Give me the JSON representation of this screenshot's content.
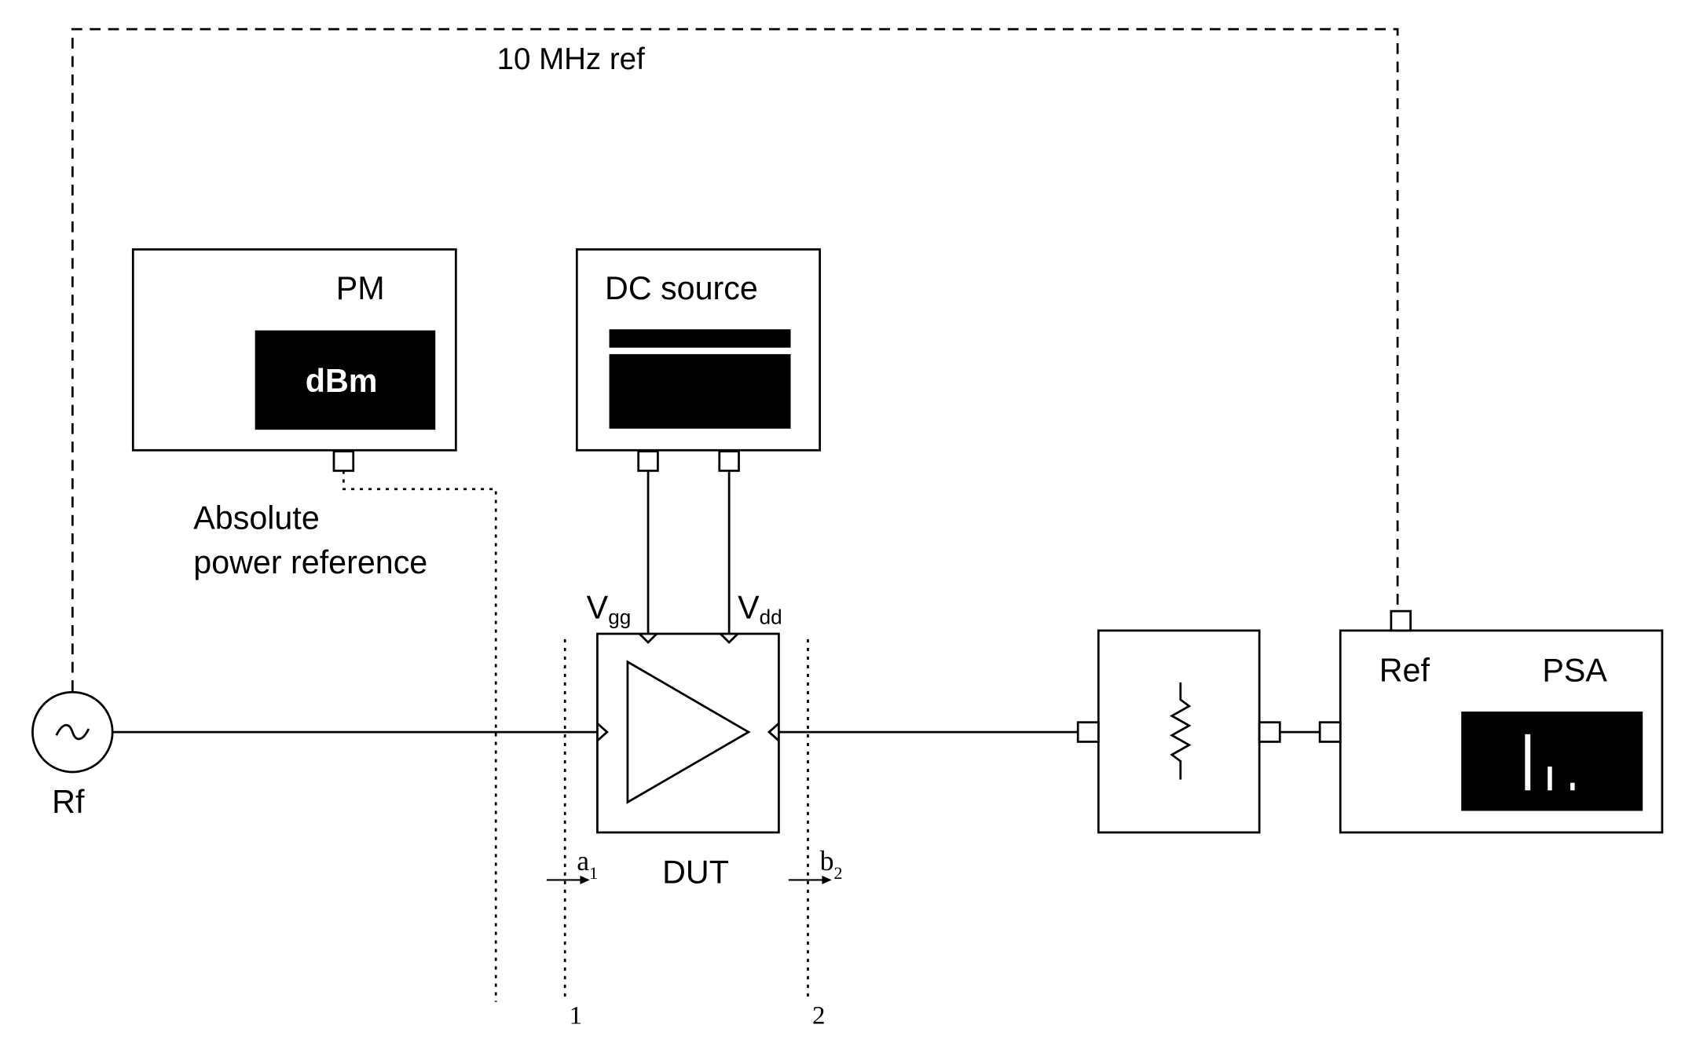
{
  "labels": {
    "ref_10mhz": "10 MHz ref",
    "pm_title": "PM",
    "pm_display": "dBm",
    "dc_title": "DC source",
    "abs_ref_line1": "Absolute",
    "abs_ref_line2": "power reference",
    "vgg_main": "V",
    "vgg_sub": "gg",
    "vdd_main": "V",
    "vdd_sub": "dd",
    "rf": "Rf",
    "dut": "DUT",
    "a_main": "a",
    "a_sub": "1",
    "b_main": "b",
    "b_sub": "2",
    "plane1": "1",
    "plane2": "2",
    "psa_ref": "Ref",
    "psa_title": "PSA"
  },
  "colors": {
    "stroke": "#000000",
    "display_bg": "#000000",
    "display_text": "#ffffff",
    "background": "#ffffff"
  },
  "icons": {
    "rf_source": "sine-wave-icon",
    "attenuator": "resistor-icon",
    "dut": "amplifier-triangle-icon",
    "psa_display": "spectrum-bars-icon"
  }
}
